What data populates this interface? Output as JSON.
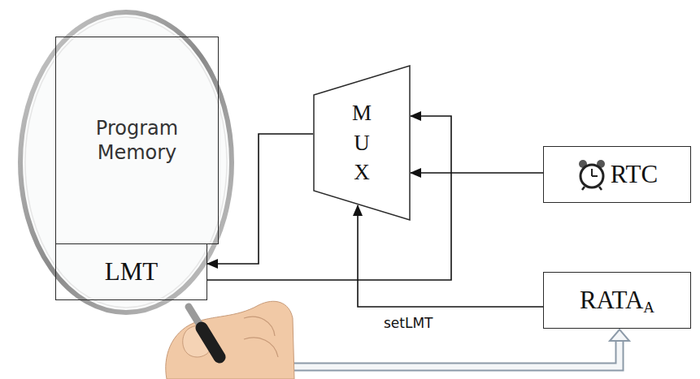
{
  "diagram": {
    "nodes": [
      {
        "text": [
          "Program Memory"
        ]
      },
      {
        "text": [
          "LMT"
        ]
      },
      {
        "text": [
          "M U X"
        ]
      },
      {
        "text": [
          "RTC"
        ]
      },
      {
        "text": [
          "RATA",
          "A"
        ]
      }
    ],
    "edges": [
      {
        "from": 2,
        "to": 1,
        "arrow": "to"
      },
      {
        "from": 1,
        "to": 2,
        "arrow": "to"
      },
      {
        "from": 3,
        "to": 2,
        "arrow": "to"
      },
      {
        "from": 4,
        "to": 2,
        "label": "setLMT",
        "arrow": "to"
      }
    ]
  }
}
